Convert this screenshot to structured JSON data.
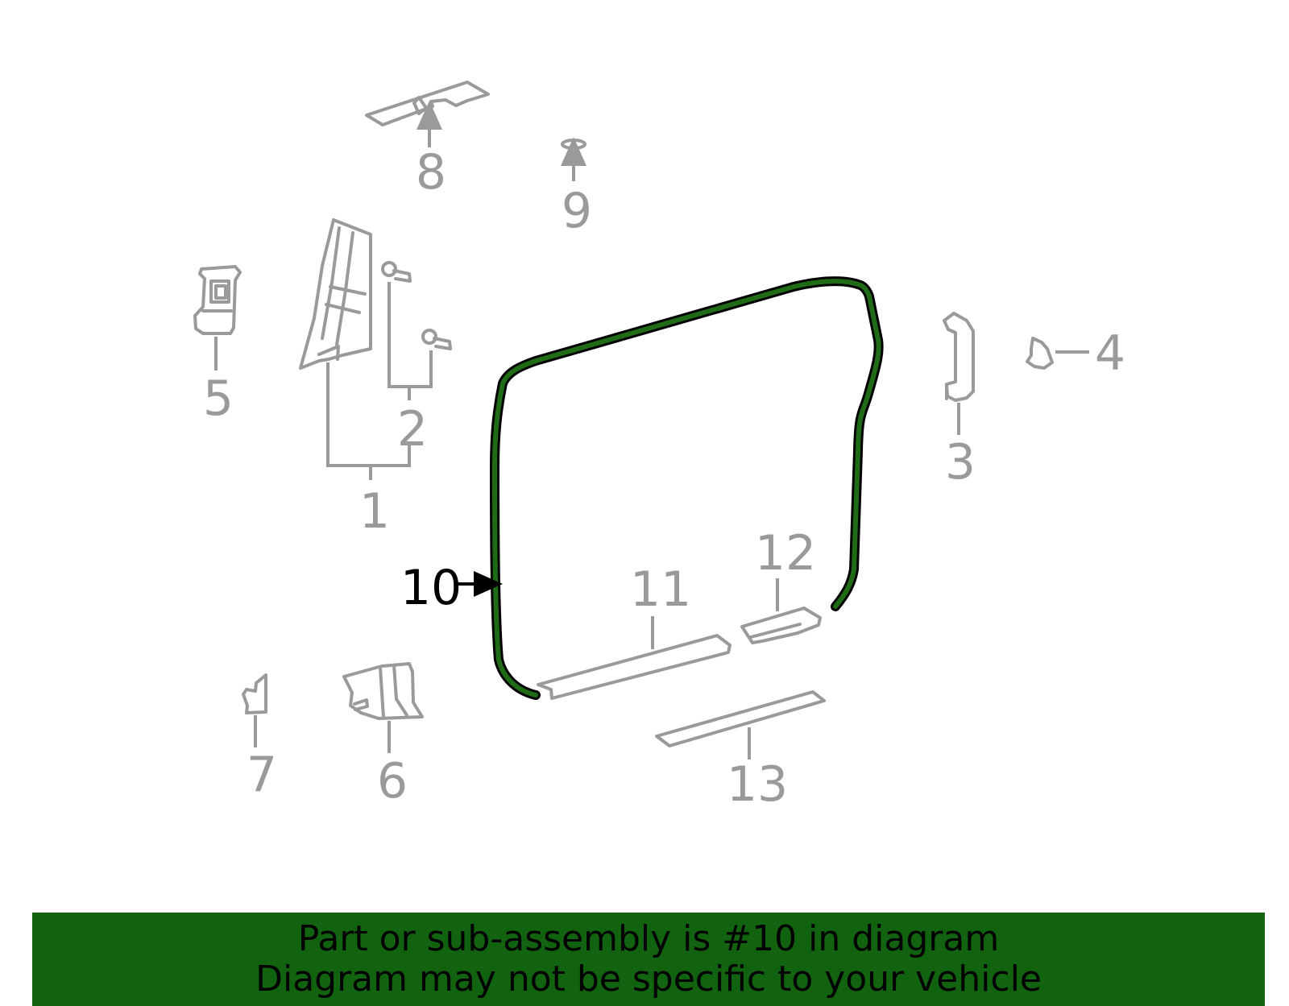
{
  "diagram": {
    "callouts": {
      "c1": "1",
      "c2": "2",
      "c3": "3",
      "c4": "4",
      "c5": "5",
      "c6": "6",
      "c7": "7",
      "c8": "8",
      "c9": "9",
      "c10": "10",
      "c11": "11",
      "c12": "12",
      "c13": "13"
    },
    "highlighted_callout": "10",
    "highlight_color": "#1f6b16",
    "part_line_color": "#9a9a9a"
  },
  "banner": {
    "line1": "Part or sub-assembly is #10 in diagram",
    "line2": "Diagram may not be specific to your vehicle",
    "background_color": "#12630f"
  }
}
